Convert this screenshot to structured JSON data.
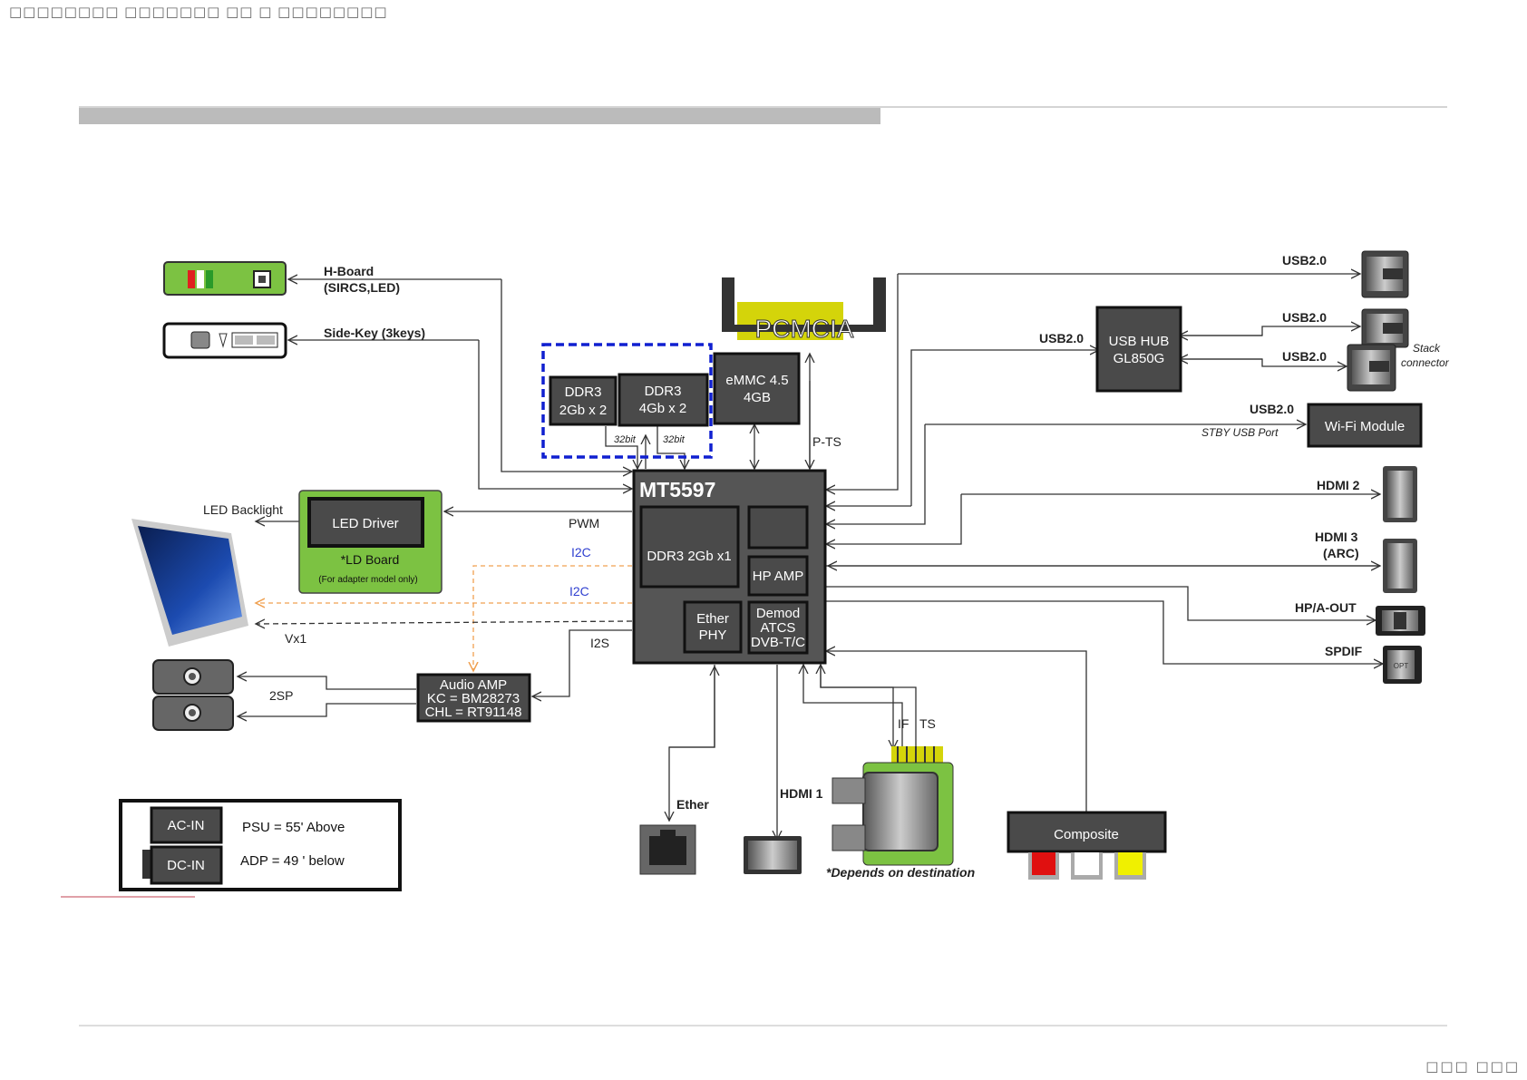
{
  "header": {
    "text": "□□□□□□□□ □□□□□□□ □□ □ □□□□□□□□"
  },
  "footer": {
    "text": "□□□ □□□"
  },
  "soc": {
    "title": "MT5597",
    "ddr": "DDR3 2Gb x1",
    "hp_amp": "HP AMP",
    "ether_phy": [
      "Ether",
      "PHY"
    ],
    "demod": [
      "Demod",
      "ATCS",
      "DVB-T/C"
    ]
  },
  "memory": {
    "ddr3_a": [
      "DDR3",
      "2Gb x 2"
    ],
    "ddr3_b": [
      "DDR3",
      "4Gb x 2"
    ],
    "emmc": [
      "eMMC 4.5",
      "4GB"
    ],
    "bus_a": "32bit",
    "bus_b": "32bit",
    "pts": "P-TS"
  },
  "pcmcia": "PCMCIA",
  "left": {
    "hboard": [
      "H-Board",
      "(SIRCS,LED)"
    ],
    "sidekey": "Side-Key (3keys)",
    "led_backlight": "LED Backlight",
    "led_driver": "LED Driver",
    "ld_board": "*LD Board",
    "ld_note": "(For adapter model only)",
    "pwm": "PWM",
    "i2c_a": "I2C",
    "i2c_b": "I2C",
    "vx1": "Vx1",
    "i2s": "I2S",
    "audio_amp": [
      "Audio AMP",
      "KC = BM28273",
      "CHL = RT91148"
    ],
    "sp": "2SP"
  },
  "power": {
    "ac": "AC-IN",
    "dc": "DC-IN",
    "psu": "PSU = 55' Above",
    "adp": "ADP = 49 ' below"
  },
  "right": {
    "usb_top": "USB2.0",
    "usb_hub_in": "USB2.0",
    "usb_hub": [
      "USB HUB",
      "GL850G"
    ],
    "usb_b": "USB2.0",
    "usb_c": "USB2.0",
    "stack": [
      "Stack",
      "connector"
    ],
    "usb_wifi": "USB2.0",
    "stby": "STBY USB Port",
    "wifi": "Wi-Fi Module",
    "hdmi2": "HDMI 2",
    "hdmi3": [
      "HDMI 3",
      "(ARC)"
    ],
    "hpout": "HP/A-OUT",
    "spdif": "SPDIF",
    "opt": "OPT"
  },
  "bottom": {
    "ether": "Ether",
    "hdmi1": "HDMI 1",
    "if": "IF",
    "ts": "TS",
    "depends": "*Depends on destination",
    "composite": "Composite"
  },
  "colors": {
    "green": "#7cc242",
    "chip": "#4a4a4a",
    "dashed_blue": "#1020d0",
    "orange": "#f0a050",
    "pcmcia_yellow": "#d4d40a"
  }
}
